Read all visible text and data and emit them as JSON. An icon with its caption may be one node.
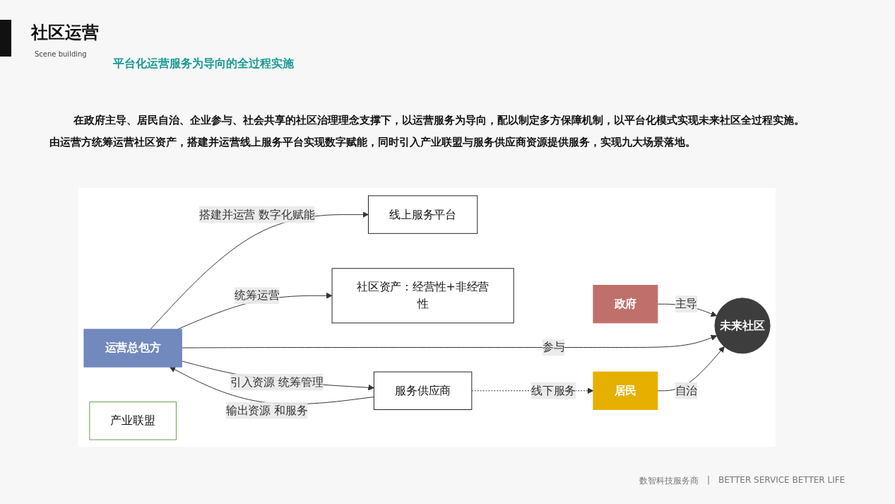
{
  "diagram": {
    "title": "社区运营",
    "nodes": [
      {
        "text": [
          "政府"
        ]
      },
      {
        "text": [
          "未来社区"
        ]
      },
      {
        "text": [
          "运营总包方"
        ]
      },
      {
        "text": [
          "线上服务平台"
        ]
      },
      {
        "text": [
          "社区资产：经营性+非经营性"
        ]
      },
      {
        "text": [
          "产业联盟"
        ]
      },
      {
        "text": [
          "服务供应商"
        ]
      },
      {
        "text": [
          "居民"
        ]
      }
    ],
    "edges": [
      {
        "from": 0,
        "to": 1,
        "arrow": "to",
        "label": "主导"
      },
      {
        "from": 2,
        "to": 1,
        "arrow": "to",
        "label": "参与"
      },
      {
        "from": 7,
        "to": 1,
        "arrow": "to",
        "label": "自治"
      },
      {
        "from": 2,
        "to": 3,
        "arrow": "to",
        "label": "搭建并运营 数字化赋能"
      },
      {
        "from": 2,
        "to": 4,
        "arrow": "to",
        "label": "统筹运营"
      },
      {
        "from": 2,
        "to": 6,
        "arrow": "to",
        "label": "引入资源 统筹管理"
      },
      {
        "from": 6,
        "to": 2,
        "arrow": "to",
        "label": "输出资源 和服务"
      },
      {
        "from": 6,
        "to": 7,
        "arrow": "to",
        "label": "线下服务",
        "style": "dashed"
      }
    ],
    "labels": [
      "Scene building",
      "平台化运营服务为导向的全过程实施",
      "在政府主导、居民自治、企业参与、社会共享的社区治理理念支撑下，以运营服务为导向，配以制定多方保障机制，以平台化模式实现未来社区全过程实施。由运营方统筹运营社区资产，搭建并运营线上服务平台实现数字赋能，同时引入产业联盟与服务供应商资源提供服务，实现九大场景落地。",
      "数智科技服务商",
      "|",
      "BETTER SERVICE BETTER LIFE"
    ]
  }
}
